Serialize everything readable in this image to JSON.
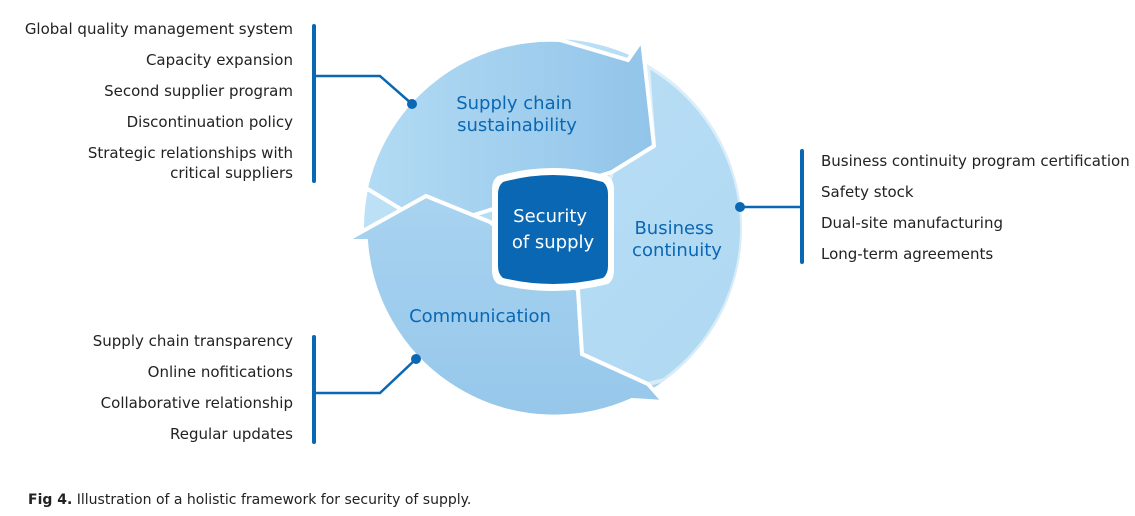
{
  "diagram": {
    "center_label": [
      "Security",
      "of supply"
    ],
    "segments": [
      {
        "id": "sustainability",
        "label": [
          "Supply chain",
          "sustainability"
        ]
      },
      {
        "id": "continuity",
        "label": [
          "Business",
          "continuity"
        ]
      },
      {
        "id": "communication",
        "label": [
          "Communication"
        ]
      }
    ]
  },
  "lists": {
    "sustainability": [
      "Global quality management system",
      "Capacity expansion",
      "Second supplier program",
      "Discontinuation policy",
      "Strategic relationships with",
      "critical suppliers"
    ],
    "continuity": [
      "Business continuity program certification",
      "Safety stock",
      "Dual-site manufacturing",
      "Long-term agreements"
    ],
    "communication": [
      "Supply chain transparency",
      "Online nofitications",
      "Collaborative relationship",
      "Regular updates"
    ]
  },
  "caption": {
    "label": "Fig 4.",
    "text": " Illustration of a holistic framework for security of supply."
  },
  "colors": {
    "accent": "#0a67b3",
    "circle_light": "#bfe2f7",
    "circle_mid": "#a6d3f0",
    "arrow": "#96c6ea",
    "center_fill": "#0a67b3"
  }
}
